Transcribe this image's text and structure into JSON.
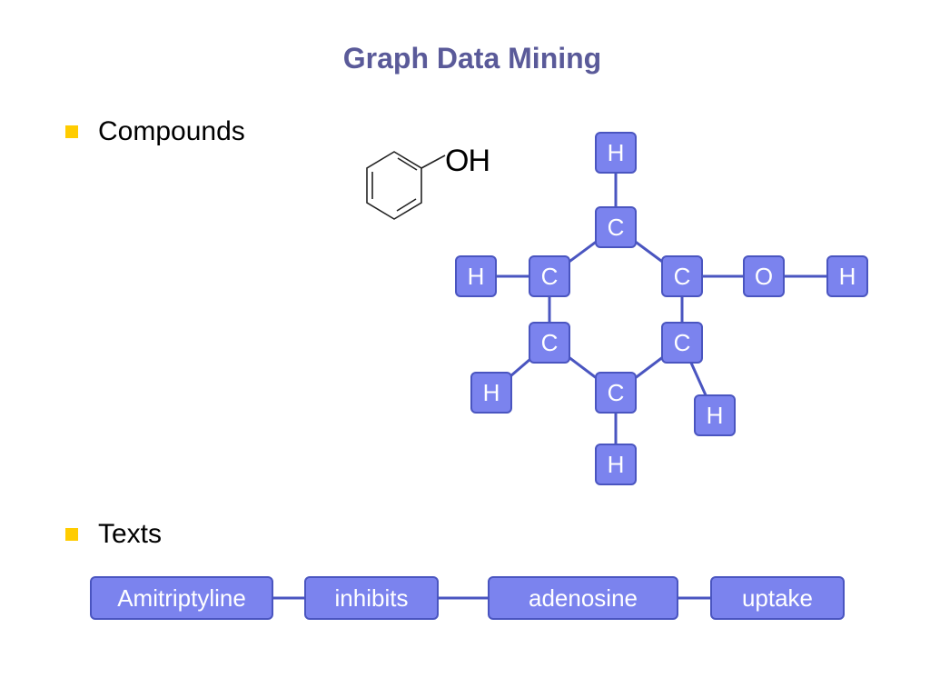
{
  "title": "Graph Data Mining",
  "bullets": {
    "compounds": "Compounds",
    "texts": "Texts"
  },
  "phenol": {
    "label": "OH"
  },
  "molecule_graph": {
    "nodes": [
      {
        "id": "h_top",
        "label": "H"
      },
      {
        "id": "c_top",
        "label": "C"
      },
      {
        "id": "h_left",
        "label": "H"
      },
      {
        "id": "c_upper_left",
        "label": "C"
      },
      {
        "id": "c_upper_right",
        "label": "C"
      },
      {
        "id": "o",
        "label": "O"
      },
      {
        "id": "h_right",
        "label": "H"
      },
      {
        "id": "c_lower_left",
        "label": "C"
      },
      {
        "id": "c_lower_right",
        "label": "C"
      },
      {
        "id": "h_lower_left",
        "label": "H"
      },
      {
        "id": "c_bottom",
        "label": "C"
      },
      {
        "id": "h_lower_right",
        "label": "H"
      },
      {
        "id": "h_bottom",
        "label": "H"
      }
    ],
    "edges": [
      [
        "h_top",
        "c_top"
      ],
      [
        "c_top",
        "c_upper_left"
      ],
      [
        "c_top",
        "c_upper_right"
      ],
      [
        "h_left",
        "c_upper_left"
      ],
      [
        "c_upper_right",
        "o"
      ],
      [
        "o",
        "h_right"
      ],
      [
        "c_upper_left",
        "c_lower_left"
      ],
      [
        "c_upper_right",
        "c_lower_right"
      ],
      [
        "c_lower_left",
        "h_lower_left"
      ],
      [
        "c_lower_left",
        "c_bottom"
      ],
      [
        "c_lower_right",
        "c_bottom"
      ],
      [
        "c_lower_right",
        "h_lower_right"
      ],
      [
        "c_bottom",
        "h_bottom"
      ]
    ]
  },
  "text_graph": {
    "nodes": [
      {
        "id": "w1",
        "label": "Amitriptyline"
      },
      {
        "id": "w2",
        "label": "inhibits"
      },
      {
        "id": "w3",
        "label": "adenosine"
      },
      {
        "id": "w4",
        "label": "uptake"
      }
    ],
    "edges": [
      [
        "w1",
        "w2"
      ],
      [
        "w2",
        "w3"
      ],
      [
        "w3",
        "w4"
      ]
    ]
  },
  "colors": {
    "title": "#5a5a99",
    "bullet": "#ffcc00",
    "node_fill": "#7b83ee",
    "node_border": "#4a55c0",
    "edge": "#4a55c0"
  }
}
